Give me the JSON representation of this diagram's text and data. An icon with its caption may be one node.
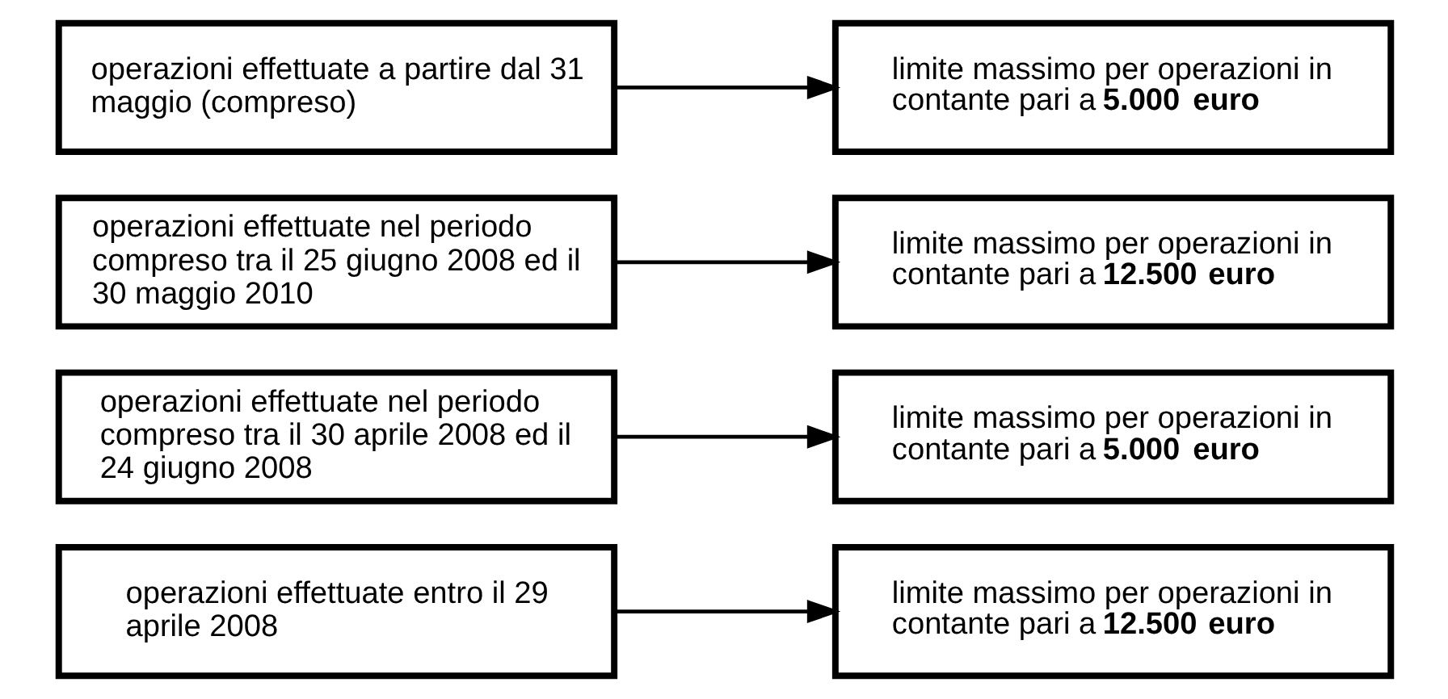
{
  "diagram": {
    "nodes": [
      {
        "text": [
          "operazioni effettuate entro il 29 aprile 2008"
        ]
      },
      {
        "text": [
          "limite massimo per operazioni in contante pari a **12.500 euro**"
        ]
      },
      {
        "text": [
          "operazioni effettuate nel periodo compreso tra il 30 aprile 2008 ed il 24 giugno 2008"
        ]
      },
      {
        "text": [
          "limite massimo per operazioni in contante pari a **5.000 euro**"
        ]
      },
      {
        "text": [
          "operazioni effettuate nel periodo compreso tra il 25 giugno 2008 ed il 30 maggio 2010"
        ]
      },
      {
        "text": [
          "limite massimo per operazioni in contante pari a **12.500 euro**"
        ]
      },
      {
        "text": [
          "operazioni effettuate a partire dal 31 maggio (compreso)"
        ]
      },
      {
        "text": [
          "limite massimo per operazioni in contante pari a **5.000 euro**"
        ]
      }
    ],
    "edges": [
      {
        "from": 0,
        "to": 1,
        "arrow": "to"
      },
      {
        "from": 2,
        "to": 3,
        "arrow": "to"
      },
      {
        "from": 4,
        "to": 5,
        "arrow": "to"
      },
      {
        "from": 6,
        "to": 7,
        "arrow": "to"
      }
    ]
  }
}
